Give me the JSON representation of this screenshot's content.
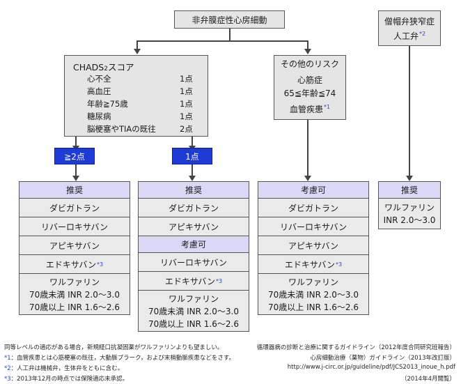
{
  "top": {
    "title": "非弁膜症性心房細動"
  },
  "valve": {
    "line1": "僧帽弁狭窄症",
    "line2": "人工弁",
    "mark": "*2"
  },
  "chads": {
    "title": "CHADS",
    "title_sub": "2",
    "title_tail": "スコア",
    "items": [
      {
        "label": "心不全",
        "points": "1点"
      },
      {
        "label": "高血圧",
        "points": "1点"
      },
      {
        "label": "年齢≧75歳",
        "points": "1点"
      },
      {
        "label": "糖尿病",
        "points": "1点"
      },
      {
        "label": "脳梗塞やTIAの既往",
        "points": "2点"
      }
    ]
  },
  "other_risk": {
    "title": "その他のリスク",
    "items": [
      "心筋症",
      "65≦年齢≦74",
      "血管疾患"
    ],
    "mark": "*1"
  },
  "tags": {
    "ge2": "≧2点",
    "one": "1点"
  },
  "col1": {
    "head": "推奨",
    "rows": [
      "ダビガトラン",
      "リバーロキサバン",
      "アピキサバン",
      "エドキサバン"
    ],
    "edox_mark": "*3",
    "warf_title": "ワルファリン",
    "warf_line1": "70歳未満 INR 2.0〜3.0",
    "warf_line2": "70歳以上 INR 1.6〜2.6"
  },
  "col2": {
    "head": "推奨",
    "rows": [
      "ダビガトラン",
      "アピキサバン"
    ],
    "sub_head": "考慮可",
    "rows2": [
      "リバーロキサバン",
      "エドキサバン"
    ],
    "edox_mark": "*3",
    "warf_title": "ワルファリン",
    "warf_line1": "70歳未満 INR 2.0〜3.0",
    "warf_line2": "70歳以上 INR 1.6〜2.6"
  },
  "col3": {
    "head": "考慮可",
    "rows": [
      "ダビガトラン",
      "リバーロキサバン",
      "アピキサバン",
      "エドキサバン"
    ],
    "edox_mark": "*3",
    "warf_title": "ワルファリン",
    "warf_line1": "70歳未満 INR 2.0〜3.0",
    "warf_line2": "70歳以上 INR 1.6〜2.6"
  },
  "col4": {
    "head": "推奨",
    "warf_title": "ワルファリン",
    "warf_line1": "INR 2.0〜3.0"
  },
  "footnotes": {
    "line0": "同等レベルの適応がある場合，新規経口抗凝固薬がワルファリンよりも望ましい。",
    "n1_mark": "*1",
    "n1": "：血管疾患とは心筋梗塞の既往，大動脈プラーク，および末梢動脈疾患などをさす。",
    "n2_mark": "*2",
    "n2": "：人工弁は機械弁，生体弁をともに含む。",
    "n3_mark": "*3",
    "n3": "：2013年12月の時点では保険適応未承認。"
  },
  "source": {
    "line1": "循環器病の診断と治療に関するガイドライン（2012年度合同研究班報告）",
    "line2": "心房細動治療（薬物）ガイドライン（2013年改訂版）",
    "line3": "http://www.j-circ.or.jp/guideline/pdf/JCS2013_inoue_h.pdf",
    "line4": "（2014年4月閲覧）"
  }
}
